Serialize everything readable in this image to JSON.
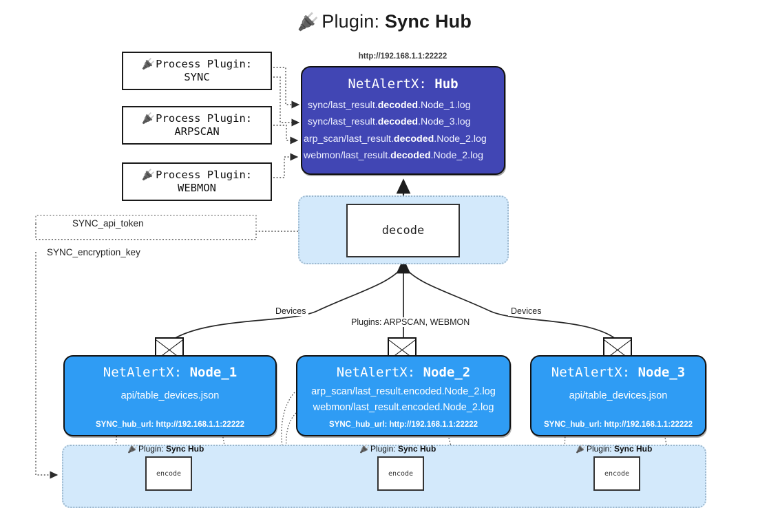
{
  "title": {
    "icon": "plug-icon",
    "prefix": "Plugin: ",
    "name": "Sync Hub"
  },
  "process_plugins": [
    {
      "icon": "plug-icon",
      "line1": "Process Plugin:",
      "line2": "SYNC"
    },
    {
      "icon": "plug-icon",
      "line1": "Process Plugin:",
      "line2": "ARPSCAN"
    },
    {
      "icon": "plug-icon",
      "line1": "Process Plugin:",
      "line2": "WEBMON"
    }
  ],
  "hub": {
    "url": "http://192.168.1.1:22222",
    "title_prefix": "NetAlertX: ",
    "title_name": "Hub",
    "color": "#4146b4",
    "logs": [
      {
        "pre": "sync/last_result.",
        "em": "decoded",
        "post": ".Node_1.log"
      },
      {
        "pre": "sync/last_result.",
        "em": "decoded",
        "post": ".Node_3.log"
      },
      {
        "pre": "arp_scan/last_result.",
        "em": "decoded",
        "post": ".Node_2.log"
      },
      {
        "pre": "webmon/last_result.",
        "em": "decoded",
        "post": ".Node_2.log"
      }
    ]
  },
  "decode": {
    "label": "decode",
    "container_color": "#d3e9fb"
  },
  "keys": {
    "api_token": "SYNC_api_token",
    "encryption_key": "SYNC_encryption_key"
  },
  "edge_labels": {
    "devices_left": "Devices",
    "devices_right": "Devices",
    "plugins_mid": "Plugins: ARPSCAN, WEBMON"
  },
  "nodes": [
    {
      "title_prefix": "NetAlertX: ",
      "title_name": "Node_1",
      "color": "#2f9cf4",
      "lines": [
        "api/table_devices.json"
      ],
      "url": "SYNC_hub_url: http://192.168.1.1:22222",
      "envelope_icon": "envelope-icon"
    },
    {
      "title_prefix": "NetAlertX: ",
      "title_name": "Node_2",
      "color": "#2f9cf4",
      "lines": [
        "arp_scan/last_result.encoded.Node_2.log",
        "webmon/last_result.encoded.Node_2.log"
      ],
      "url": "SYNC_hub_url: http://192.168.1.1:22222",
      "envelope_icon": "envelope-icon"
    },
    {
      "title_prefix": "NetAlertX: ",
      "title_name": "Node_3",
      "color": "#2f9cf4",
      "lines": [
        "api/table_devices.json"
      ],
      "url": "SYNC_hub_url: http://192.168.1.1:22222",
      "envelope_icon": "envelope-icon"
    }
  ],
  "encoders": [
    {
      "tag_prefix": "Plugin: ",
      "tag_name": "Sync Hub",
      "label": "encode",
      "icon": "plug-icon"
    },
    {
      "tag_prefix": "Plugin: ",
      "tag_name": "Sync Hub",
      "label": "encode",
      "icon": "plug-icon"
    },
    {
      "tag_prefix": "Plugin: ",
      "tag_name": "Sync Hub",
      "label": "encode",
      "icon": "plug-icon"
    }
  ]
}
